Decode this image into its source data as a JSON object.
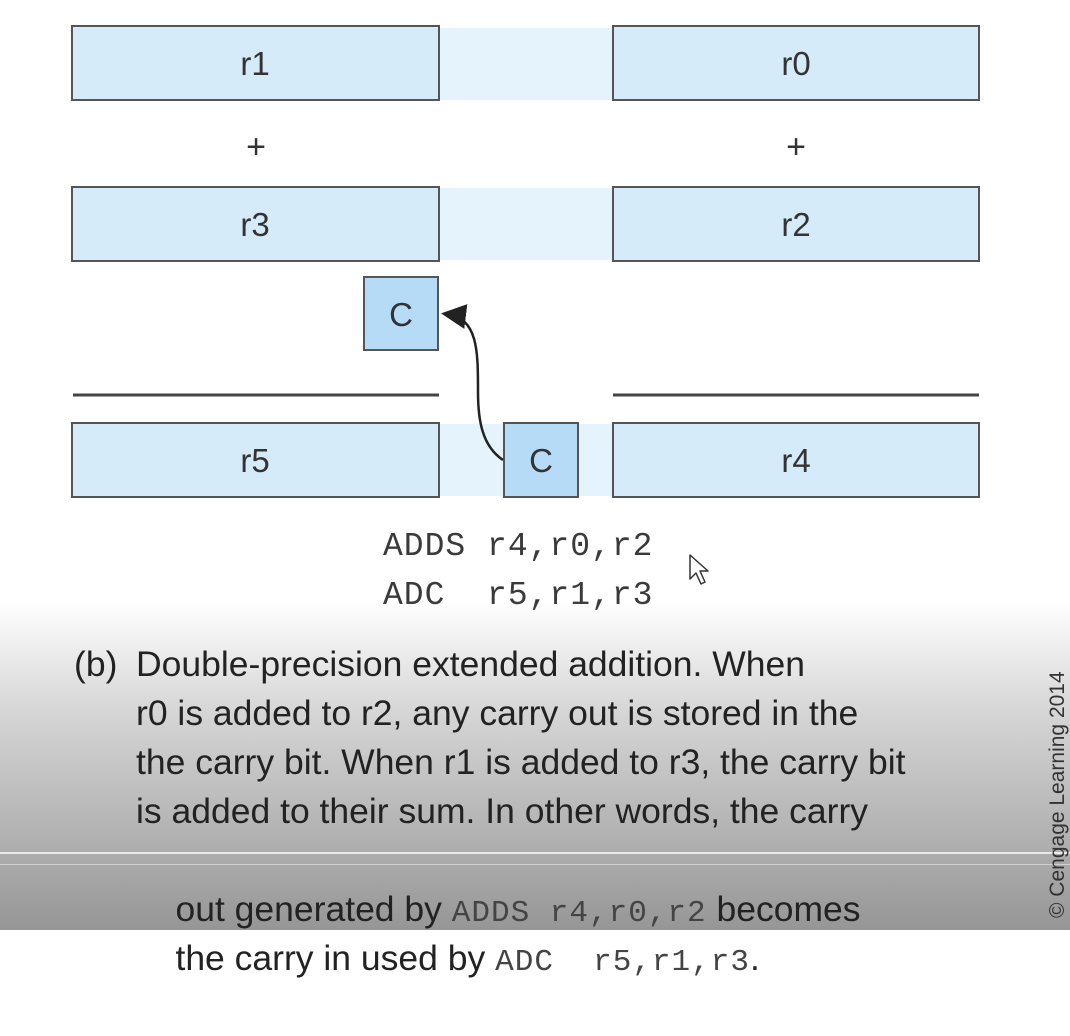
{
  "diagram": {
    "registers": {
      "r1": "r1",
      "r0": "r0",
      "r3": "r3",
      "r2": "r2",
      "r5": "r5",
      "r4": "r4"
    },
    "plus_sign": "+",
    "carry_label": "C",
    "colors": {
      "register_fill": "#d5ebfa",
      "register_stroke": "#555555",
      "carry_fill": "#b5dbf6",
      "gap_fill": "#e5f3fc",
      "line": "#444444"
    }
  },
  "code": {
    "line1": "ADDS r4,r0,r2",
    "line2": "ADC  r5,r1,r3"
  },
  "caption": {
    "label": "(b)",
    "line1": "Double-precision extended addition. When",
    "line2": "r0 is added to r2, any carry out is stored in the",
    "line3": "the carry bit. When r1 is added to r3, the carry bit",
    "line4": "is added to their sum. In other words, the carry",
    "line5_pre": "out generated by ",
    "line5_code": "ADDS r4,r0,r2",
    "line5_post": " becomes",
    "line6_pre": "the carry in used by ",
    "line6_code": "ADC  r5,r1,r3",
    "line6_post": "."
  },
  "copyright": "© Cengage Learning 2014"
}
